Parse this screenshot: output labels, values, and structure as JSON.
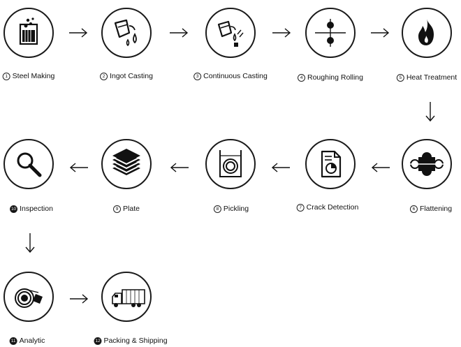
{
  "steps": [
    {
      "num": "1",
      "label": "Steel Making",
      "icon": "beaker-icon"
    },
    {
      "num": "2",
      "label": "Ingot Casting",
      "icon": "ladle-pour-icon"
    },
    {
      "num": "3",
      "label": "Continuous Casting",
      "icon": "ladle-drip-icon"
    },
    {
      "num": "4",
      "label": "Roughing Rolling",
      "icon": "rollers-icon"
    },
    {
      "num": "5",
      "label": "Heat Treatment",
      "icon": "flame-icon"
    },
    {
      "num": "6",
      "label": "Flattening",
      "icon": "flattening-rollers-icon"
    },
    {
      "num": "7",
      "label": "Crack Detection",
      "icon": "report-document-icon"
    },
    {
      "num": "8",
      "label": "Pickling",
      "icon": "pickling-tank-icon"
    },
    {
      "num": "9",
      "label": "Plate",
      "icon": "stacked-plates-icon"
    },
    {
      "num": "10",
      "label": "Inspection",
      "icon": "magnifier-icon"
    },
    {
      "num": "11",
      "label": "Analytic",
      "icon": "coil-analysis-icon"
    },
    {
      "num": "12",
      "label": "Packing & Shipping",
      "icon": "truck-icon"
    }
  ]
}
